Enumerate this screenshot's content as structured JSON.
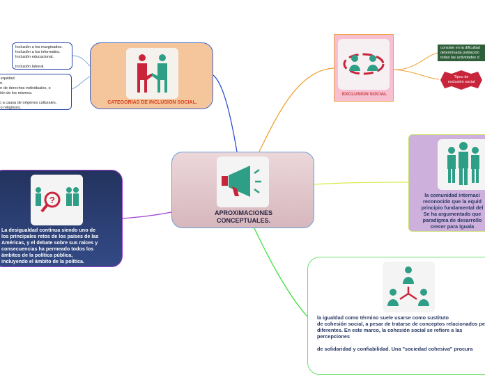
{
  "center": {
    "title": "APROXIMACIONES\nCONCEPTUALES.",
    "icon": "megaphone-icon"
  },
  "categorias": {
    "title": "CATEGORIAS DE INCLUSION SOCIAL.",
    "icon": "handshake-icon",
    "box1": "Inclusión a los marginados.\nInclusión a los informales.\nInclusión educacional.\n\nInclusión laboral.",
    "box2": "de equidad.\nsión.\nción de derechos individuales, o\nbición de los mismos.\n\nazo a causa de orígenes culturales,\nes o religiosos."
  },
  "exclusion": {
    "title": "EXCLUSION SOCIAL",
    "icon": "people-conflict-icon",
    "consiste": "consiste en la dificultad\ndeterminada población\ntodas las actividades d",
    "tipos": "Tipos de\nexclusión social"
  },
  "igualdad": {
    "icon": "group-people-icon",
    "text": "la comunidad internaci\nreconocido que la equid\nprincipio fundamental del\nSe ha argumentado que\nparadigma de desarrollo\ncrecer para iguala"
  },
  "desigualdad": {
    "icon": "search-people-icon",
    "text": "La desigualdad continua siendo uno de\nlos principales retos de los países de las\nAméricas, y el debate sobre sus raíces y\nconsecuencias ha permeado todos los\námbitos de la política pública,\nincluyendo el ámbito de la política."
  },
  "cohesion": {
    "icon": "network-people-icon",
    "text": "la igualdad como término suele usarse como sustituto\nde cohesión social, a pesar de tratarse de conceptos relacionados pero\ndiferentes. En este marco, la cohesión social se refiere a las\npercepciones\n\nde solidaridad y confiabilidad. Una \"sociedad cohesiva\" procura"
  },
  "colors": {
    "link_cat": "#2a4ed0",
    "link_excl": "#f0a030",
    "link_igualdad": "#d8ea50",
    "link_desig": "#a040d0",
    "link_cohesion": "#40e040",
    "icon_red": "#c8253b",
    "icon_teal": "#2e9e86"
  }
}
